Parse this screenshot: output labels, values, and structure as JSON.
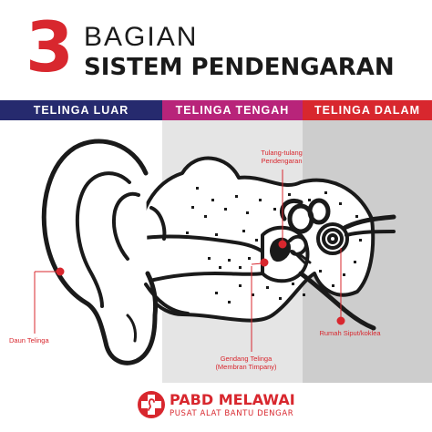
{
  "header": {
    "number": "3",
    "line1": "BAGIAN",
    "line2": "SISTEM PENDENGARAN"
  },
  "sections": [
    {
      "label": "TELINGA LUAR"
    },
    {
      "label": "TELINGA TENGAH"
    },
    {
      "label": "TELINGA DALAM"
    }
  ],
  "callouts": {
    "ossicles": [
      "Tulang-tulang",
      "Pendengaran"
    ],
    "auricle": "Daun Telinga",
    "eardrum": [
      "Gendang Telinga",
      "(Membran Timpany)"
    ],
    "cochlea": "Rumah Siput/koklea"
  },
  "brand": {
    "name": "PABD MELAWAI",
    "tagline": "PUSAT ALAT BANTU DENGAR"
  },
  "colors": {
    "accent_red": "#d8272e",
    "outer_navy": "#262a6e",
    "middle_magenta": "#b8247a",
    "inner_red": "#d8272e",
    "middle_bg": "#e5e5e5",
    "inner_bg": "#cdcdcd"
  },
  "icons": {
    "logo": "medical-cross-ear-icon"
  }
}
